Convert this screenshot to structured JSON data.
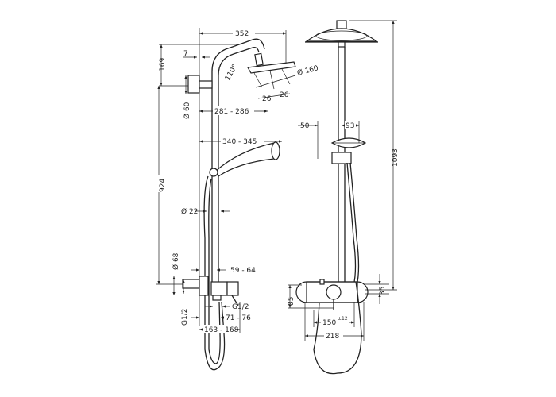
{
  "dimensions": {
    "top_width": "352",
    "wall_offset": "7",
    "top_height": "169",
    "angle": "110°",
    "head_diameter": "Ø 160",
    "head_a": "26",
    "head_b": "26",
    "flange_diameter": "Ø 60",
    "arm_reach": "281 - 286",
    "hand_shower_reach": "340 - 345",
    "vertical_height": "924",
    "pipe_diameter": "Ø 22",
    "mixer_flange_diameter": "Ø 68",
    "mixer_offset": "59 - 64",
    "thread_left": "G1/2",
    "thread_right": "G1/2",
    "spout_offset": "71 - 76",
    "mixer_depth": "163 - 168",
    "front_left": "50",
    "front_right": "93",
    "total_height": "1093",
    "mixer_height": "85",
    "mixer_top": "35",
    "connection_spacing": "150",
    "connection_tolerance": "±12",
    "mixer_width": "218"
  }
}
